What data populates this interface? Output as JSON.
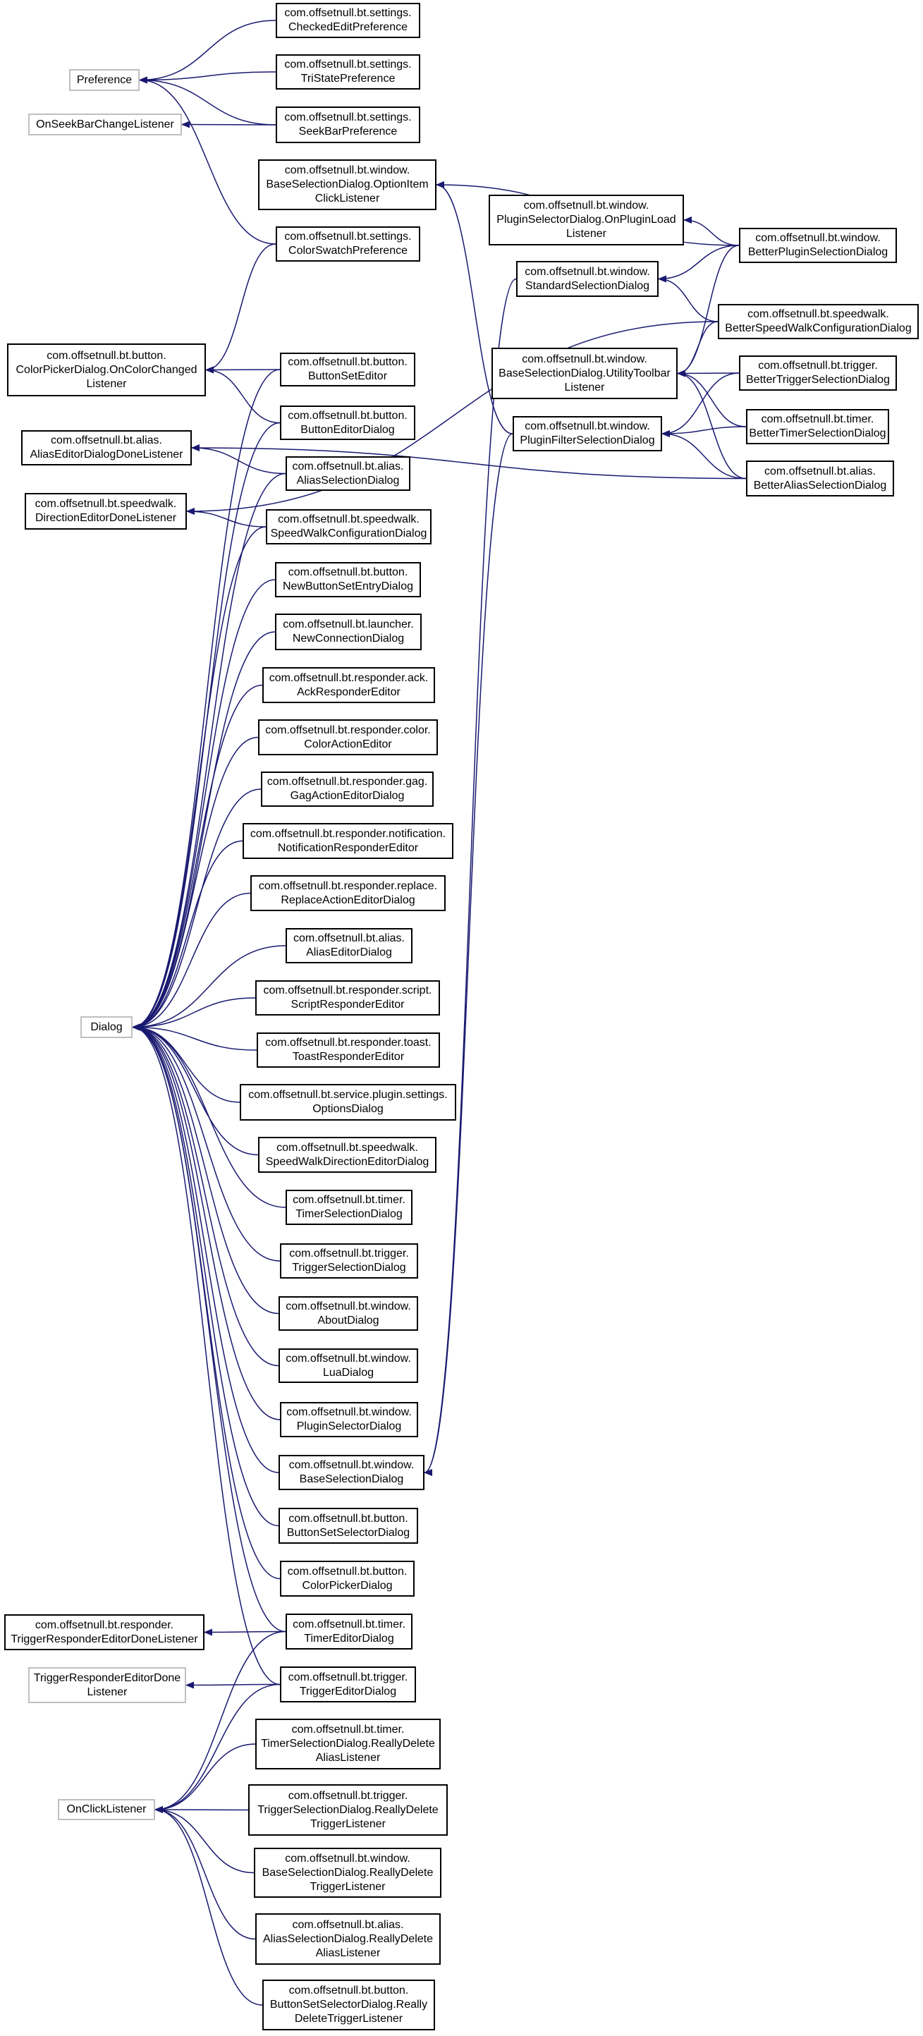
{
  "colors": {
    "edge": "#191970",
    "box_border": "#000000",
    "external_border": "#bfbfbf",
    "background": "#ffffff"
  },
  "nodes": [
    {
      "id": "n_checked",
      "label": "com.offsetnull.bt.settings.\nCheckedEditPreference"
    },
    {
      "id": "n_preference",
      "label": "Preference",
      "external": true
    },
    {
      "id": "n_tristate",
      "label": "com.offsetnull.bt.settings.\nTriStatePreference"
    },
    {
      "id": "n_onseekbar",
      "label": "OnSeekBarChangeListener",
      "external": true
    },
    {
      "id": "n_seekbarpref",
      "label": "com.offsetnull.bt.settings.\nSeekBarPreference"
    },
    {
      "id": "n_optionitem",
      "label": "com.offsetnull.bt.window.\nBaseSelectionDialog.OptionItem\nClickListener"
    },
    {
      "id": "n_pluginload",
      "label": "com.offsetnull.bt.window.\nPluginSelectorDialog.OnPluginLoad\nListener"
    },
    {
      "id": "n_betterplugin",
      "label": "com.offsetnull.bt.window.\nBetterPluginSelectionDialog"
    },
    {
      "id": "n_colorswatch",
      "label": "com.offsetnull.bt.settings.\nColorSwatchPreference"
    },
    {
      "id": "n_standardsel",
      "label": "com.offsetnull.bt.window.\nStandardSelectionDialog"
    },
    {
      "id": "n_betterspeedwalk",
      "label": "com.offsetnull.bt.speedwalk.\nBetterSpeedWalkConfigurationDialog"
    },
    {
      "id": "n_colorpicker_occ",
      "label": "com.offsetnull.bt.button.\nColorPickerDialog.OnColorChanged\nListener"
    },
    {
      "id": "n_buttonseteditor",
      "label": "com.offsetnull.bt.button.\nButtonSetEditor"
    },
    {
      "id": "n_utilitytoolbar",
      "label": "com.offsetnull.bt.window.\nBaseSelectionDialog.UtilityToolbar\nListener"
    },
    {
      "id": "n_bettertrigger",
      "label": "com.offsetnull.bt.trigger.\nBetterTriggerSelectionDialog"
    },
    {
      "id": "n_buttoneditor",
      "label": "com.offsetnull.bt.button.\nButtonEditorDialog"
    },
    {
      "id": "n_pluginfilter",
      "label": "com.offsetnull.bt.window.\nPluginFilterSelectionDialog"
    },
    {
      "id": "n_bettertimer",
      "label": "com.offsetnull.bt.timer.\nBetterTimerSelectionDialog"
    },
    {
      "id": "n_aliaseditordone",
      "label": "com.offsetnull.bt.alias.\nAliasEditorDialogDoneListener"
    },
    {
      "id": "n_aliassel",
      "label": "com.offsetnull.bt.alias.\nAliasSelectionDialog"
    },
    {
      "id": "n_betteralias",
      "label": "com.offsetnull.bt.alias.\nBetterAliasSelectionDialog"
    },
    {
      "id": "n_direditordone",
      "label": "com.offsetnull.bt.speedwalk.\nDirectionEditorDoneListener"
    },
    {
      "id": "n_speedwalkconfig",
      "label": "com.offsetnull.bt.speedwalk.\nSpeedWalkConfigurationDialog"
    },
    {
      "id": "n_newbuttonset",
      "label": "com.offsetnull.bt.button.\nNewButtonSetEntryDialog"
    },
    {
      "id": "n_newconnection",
      "label": "com.offsetnull.bt.launcher.\nNewConnectionDialog"
    },
    {
      "id": "n_ackresponder",
      "label": "com.offsetnull.bt.responder.ack.\nAckResponderEditor"
    },
    {
      "id": "n_coloraction",
      "label": "com.offsetnull.bt.responder.color.\nColorActionEditor"
    },
    {
      "id": "n_gagaction",
      "label": "com.offsetnull.bt.responder.gag.\nGagActionEditorDialog"
    },
    {
      "id": "n_notification",
      "label": "com.offsetnull.bt.responder.notification.\nNotificationResponderEditor"
    },
    {
      "id": "n_replaceaction",
      "label": "com.offsetnull.bt.responder.replace.\nReplaceActionEditorDialog"
    },
    {
      "id": "n_aliaseditor",
      "label": "com.offsetnull.bt.alias.\nAliasEditorDialog"
    },
    {
      "id": "n_dialog",
      "label": "Dialog",
      "external": true
    },
    {
      "id": "n_scriptresponder",
      "label": "com.offsetnull.bt.responder.script.\nScriptResponderEditor"
    },
    {
      "id": "n_toastresponder",
      "label": "com.offsetnull.bt.responder.toast.\nToastResponderEditor"
    },
    {
      "id": "n_optionsdialog",
      "label": "com.offsetnull.bt.service.plugin.settings.\nOptionsDialog"
    },
    {
      "id": "n_speedwalkdir",
      "label": "com.offsetnull.bt.speedwalk.\nSpeedWalkDirectionEditorDialog"
    },
    {
      "id": "n_timersel",
      "label": "com.offsetnull.bt.timer.\nTimerSelectionDialog"
    },
    {
      "id": "n_triggersel",
      "label": "com.offsetnull.bt.trigger.\nTriggerSelectionDialog"
    },
    {
      "id": "n_about",
      "label": "com.offsetnull.bt.window.\nAboutDialog"
    },
    {
      "id": "n_lua",
      "label": "com.offsetnull.bt.window.\nLuaDialog"
    },
    {
      "id": "n_pluginselector",
      "label": "com.offsetnull.bt.window.\nPluginSelectorDialog"
    },
    {
      "id": "n_basesel",
      "label": "com.offsetnull.bt.window.\nBaseSelectionDialog"
    },
    {
      "id": "n_buttonsetselector",
      "label": "com.offsetnull.bt.button.\nButtonSetSelectorDialog"
    },
    {
      "id": "n_colorpicker",
      "label": "com.offsetnull.bt.button.\nColorPickerDialog"
    },
    {
      "id": "n_triggerresponderdone",
      "label": "com.offsetnull.bt.responder.\nTriggerResponderEditorDoneListener"
    },
    {
      "id": "n_timereditor",
      "label": "com.offsetnull.bt.timer.\nTimerEditorDialog"
    },
    {
      "id": "n_triggerresponderdone_ext",
      "label": "TriggerResponderEditorDone\nListener",
      "external": true
    },
    {
      "id": "n_triggereditor",
      "label": "com.offsetnull.bt.trigger.\nTriggerEditorDialog"
    },
    {
      "id": "n_timerreally",
      "label": "com.offsetnull.bt.timer.\nTimerSelectionDialog.ReallyDelete\nAliasListener"
    },
    {
      "id": "n_onclick",
      "label": "OnClickListener",
      "external": true
    },
    {
      "id": "n_triggerreally",
      "label": "com.offsetnull.bt.trigger.\nTriggerSelectionDialog.ReallyDelete\nTriggerListener"
    },
    {
      "id": "n_basereally",
      "label": "com.offsetnull.bt.window.\nBaseSelectionDialog.ReallyDelete\nTriggerListener"
    },
    {
      "id": "n_aliasreally",
      "label": "com.offsetnull.bt.alias.\nAliasSelectionDialog.ReallyDelete\nAliasListener"
    },
    {
      "id": "n_buttonsetreally",
      "label": "com.offsetnull.bt.button.\nButtonSetSelectorDialog.Really\nDeleteTriggerListener"
    }
  ],
  "edges": [
    {
      "from": "n_checked",
      "to": "n_preference"
    },
    {
      "from": "n_tristate",
      "to": "n_preference"
    },
    {
      "from": "n_seekbarpref",
      "to": "n_preference"
    },
    {
      "from": "n_colorswatch",
      "to": "n_preference"
    },
    {
      "from": "n_seekbarpref",
      "to": "n_onseekbar"
    },
    {
      "from": "n_colorswatch",
      "to": "n_colorpicker_occ"
    },
    {
      "from": "n_betterplugin",
      "to": "n_optionitem"
    },
    {
      "from": "n_pluginfilter",
      "to": "n_optionitem"
    },
    {
      "from": "n_betterplugin",
      "to": "n_pluginload"
    },
    {
      "from": "n_betterplugin",
      "to": "n_standardsel"
    },
    {
      "from": "n_betterplugin",
      "to": "n_utilitytoolbar"
    },
    {
      "from": "n_betterspeedwalk",
      "to": "n_utilitytoolbar"
    },
    {
      "from": "n_bettertrigger",
      "to": "n_utilitytoolbar"
    },
    {
      "from": "n_bettertimer",
      "to": "n_utilitytoolbar"
    },
    {
      "from": "n_betteralias",
      "to": "n_utilitytoolbar"
    },
    {
      "from": "n_bettertrigger",
      "to": "n_pluginfilter"
    },
    {
      "from": "n_bettertimer",
      "to": "n_pluginfilter"
    },
    {
      "from": "n_betteralias",
      "to": "n_pluginfilter"
    },
    {
      "from": "n_betterspeedwalk",
      "to": "n_standardsel"
    },
    {
      "from": "n_betteralias",
      "to": "n_aliaseditordone"
    },
    {
      "from": "n_betterspeedwalk",
      "to": "n_direditordone"
    },
    {
      "from": "n_buttonseteditor",
      "to": "n_colorpicker_occ"
    },
    {
      "from": "n_buttoneditor",
      "to": "n_colorpicker_occ"
    },
    {
      "from": "n_aliassel",
      "to": "n_aliaseditordone"
    },
    {
      "from": "n_speedwalkconfig",
      "to": "n_direditordone"
    },
    {
      "from": "n_standardsel",
      "to": "n_basesel"
    },
    {
      "from": "n_pluginfilter",
      "to": "n_basesel"
    },
    {
      "from": "n_buttonseteditor",
      "to": "n_dialog"
    },
    {
      "from": "n_buttoneditor",
      "to": "n_dialog"
    },
    {
      "from": "n_aliassel",
      "to": "n_dialog"
    },
    {
      "from": "n_speedwalkconfig",
      "to": "n_dialog"
    },
    {
      "from": "n_newbuttonset",
      "to": "n_dialog"
    },
    {
      "from": "n_newconnection",
      "to": "n_dialog"
    },
    {
      "from": "n_ackresponder",
      "to": "n_dialog"
    },
    {
      "from": "n_coloraction",
      "to": "n_dialog"
    },
    {
      "from": "n_gagaction",
      "to": "n_dialog"
    },
    {
      "from": "n_notification",
      "to": "n_dialog"
    },
    {
      "from": "n_replaceaction",
      "to": "n_dialog"
    },
    {
      "from": "n_aliaseditor",
      "to": "n_dialog"
    },
    {
      "from": "n_scriptresponder",
      "to": "n_dialog"
    },
    {
      "from": "n_toastresponder",
      "to": "n_dialog"
    },
    {
      "from": "n_optionsdialog",
      "to": "n_dialog"
    },
    {
      "from": "n_speedwalkdir",
      "to": "n_dialog"
    },
    {
      "from": "n_timersel",
      "to": "n_dialog"
    },
    {
      "from": "n_triggersel",
      "to": "n_dialog"
    },
    {
      "from": "n_about",
      "to": "n_dialog"
    },
    {
      "from": "n_lua",
      "to": "n_dialog"
    },
    {
      "from": "n_pluginselector",
      "to": "n_dialog"
    },
    {
      "from": "n_basesel",
      "to": "n_dialog"
    },
    {
      "from": "n_buttonsetselector",
      "to": "n_dialog"
    },
    {
      "from": "n_colorpicker",
      "to": "n_dialog"
    },
    {
      "from": "n_timereditor",
      "to": "n_dialog"
    },
    {
      "from": "n_triggereditor",
      "to": "n_dialog"
    },
    {
      "from": "n_timereditor",
      "to": "n_triggerresponderdone"
    },
    {
      "from": "n_triggereditor",
      "to": "n_triggerresponderdone_ext"
    },
    {
      "from": "n_timereditor",
      "to": "n_onclick"
    },
    {
      "from": "n_triggereditor",
      "to": "n_onclick"
    },
    {
      "from": "n_timerreally",
      "to": "n_onclick"
    },
    {
      "from": "n_triggerreally",
      "to": "n_onclick"
    },
    {
      "from": "n_basereally",
      "to": "n_onclick"
    },
    {
      "from": "n_aliasreally",
      "to": "n_onclick"
    },
    {
      "from": "n_buttonsetreally",
      "to": "n_onclick"
    }
  ]
}
